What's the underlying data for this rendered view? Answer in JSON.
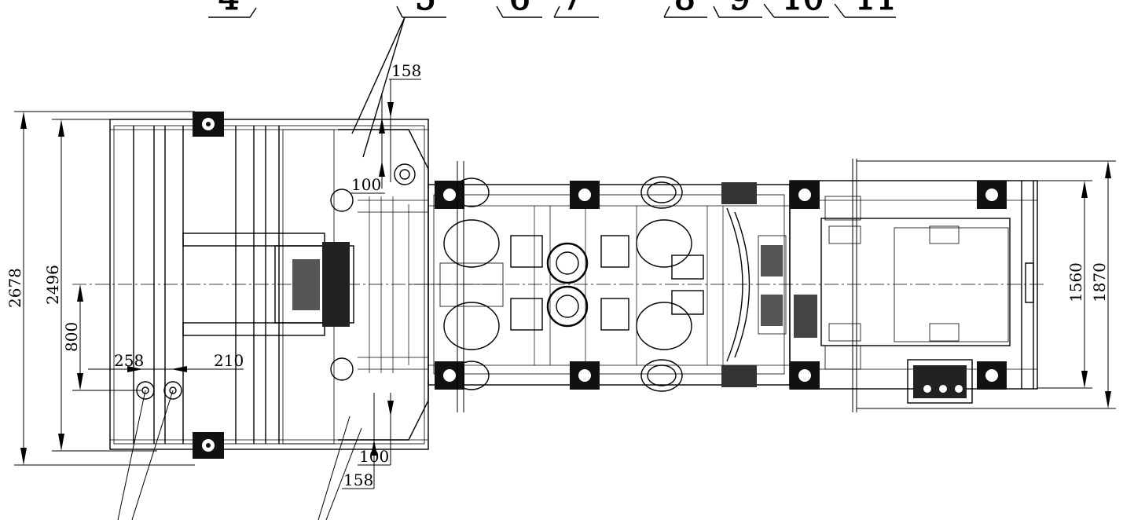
{
  "callouts": [
    "4",
    "5",
    "6",
    "7",
    "8",
    "9",
    "10",
    "11"
  ],
  "dimensions": {
    "overall_width": "2678",
    "frame_width": "2496",
    "center_offset": "800",
    "hole_spacing_a": "258",
    "hole_spacing_b": "210",
    "offset_top": "158",
    "offset_bottom": "158",
    "gap_top": "100",
    "gap_bottom": "100",
    "rear_inner": "1560",
    "rear_outer": "1870"
  },
  "colors": {
    "line": "#000000",
    "background": "#ffffff"
  }
}
